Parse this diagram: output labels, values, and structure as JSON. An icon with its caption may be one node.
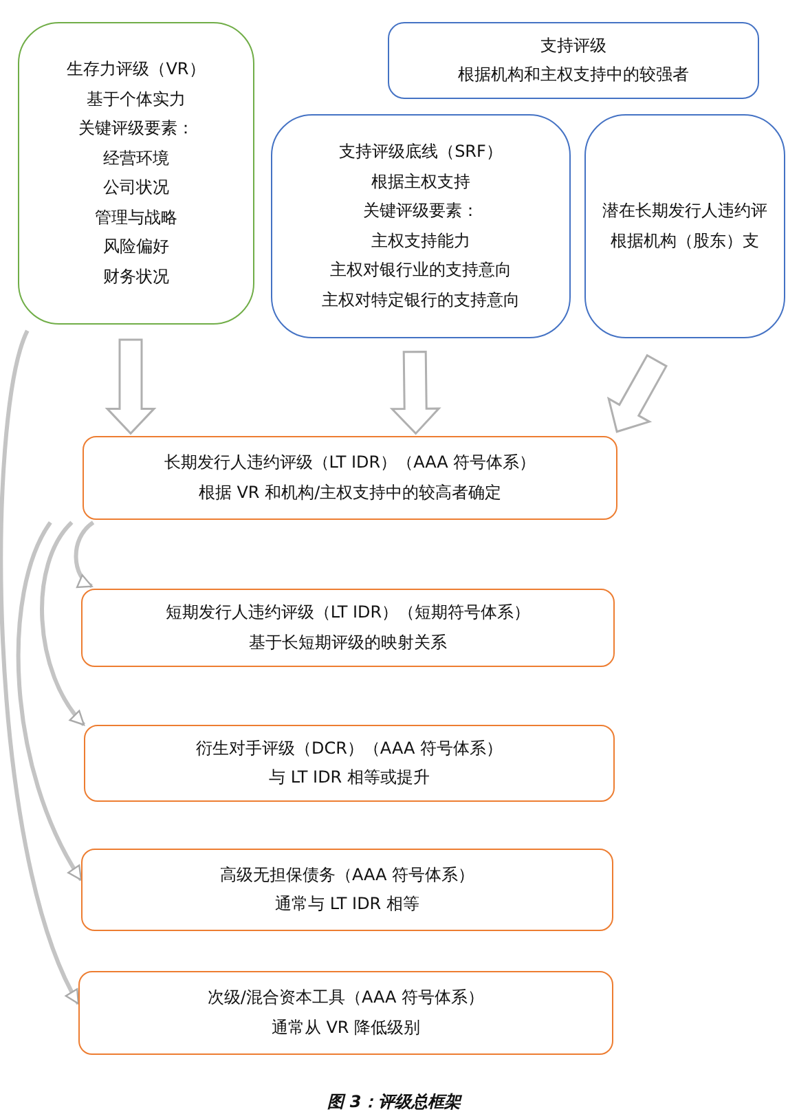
{
  "diagram": {
    "caption": "图 3：评级总框架",
    "nodes": [
      {
        "text": [
          "生存力评级（VR）",
          "基于个体实力",
          "关键评级要素：",
          "经营环境",
          "公司状况",
          "管理与战略",
          "风险偏好",
          "财务状况"
        ]
      },
      {
        "text": [
          "支持评级",
          "根据机构和主权支持中的较强者"
        ]
      },
      {
        "text": [
          "支持评级底线（SRF）",
          "根据主权支持",
          "关键评级要素：",
          "主权支持能力",
          "主权对银行业的支持意向",
          "主权对特定银行的支持意向"
        ]
      },
      {
        "text": [
          "潜在长期发行人违约评",
          "根据机构（股东）支"
        ]
      },
      {
        "text": [
          "长期发行人违约评级（LT IDR）（AAA 符号体系）",
          "根据 VR 和机构/主权支持中的较高者确定"
        ]
      },
      {
        "text": [
          "短期发行人违约评级（LT IDR）（短期符号体系）",
          "基于长短期评级的映射关系"
        ]
      },
      {
        "text": [
          "衍生对手评级（DCR）（AAA 符号体系）",
          "与 LT IDR 相等或提升"
        ]
      },
      {
        "text": [
          "高级无担保债务（AAA 符号体系）",
          "通常与 LT IDR 相等"
        ]
      },
      {
        "text": [
          "次级/混合资本工具（AAA 符号体系）",
          "通常从 VR 降低级别"
        ]
      }
    ],
    "edges": [
      {
        "from": 0,
        "to": 4,
        "arrow": "to"
      },
      {
        "from": 2,
        "to": 4,
        "arrow": "to"
      },
      {
        "from": 3,
        "to": 4,
        "arrow": "to"
      },
      {
        "from": 4,
        "to": 5,
        "arrow": "to"
      },
      {
        "from": 4,
        "to": 6,
        "arrow": "to"
      },
      {
        "from": 4,
        "to": 7,
        "arrow": "to"
      },
      {
        "from": 0,
        "to": 8,
        "arrow": "to"
      }
    ]
  }
}
